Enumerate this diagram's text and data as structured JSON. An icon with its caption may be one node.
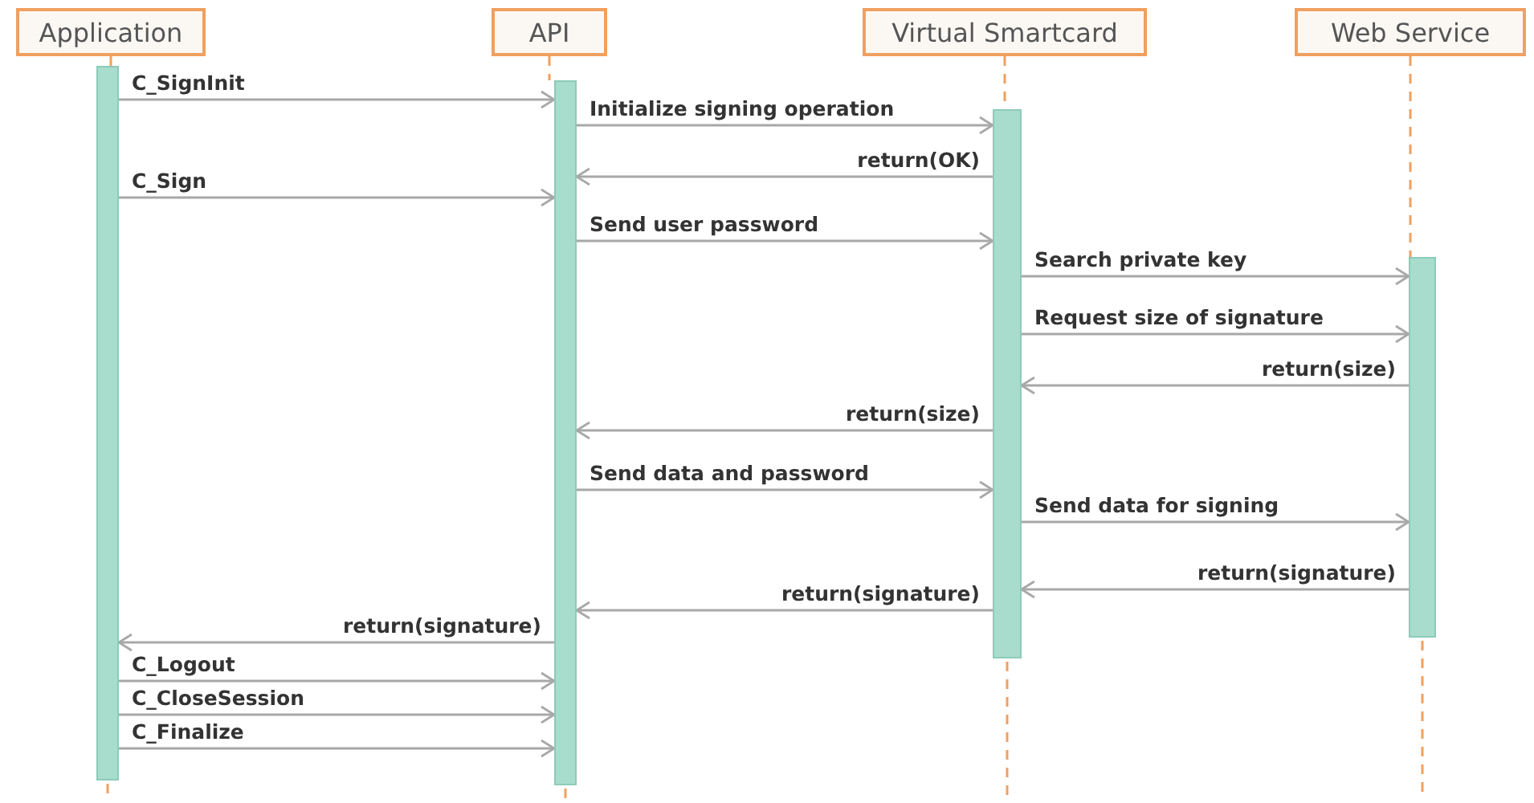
{
  "diagram": {
    "nodes": [
      {
        "text": [
          "Application"
        ]
      },
      {
        "text": [
          "API"
        ]
      },
      {
        "text": [
          "Virtual Smartcard"
        ]
      },
      {
        "text": [
          "Web Service"
        ]
      },
      {
        "text": [],
        "shape": "bar"
      },
      {
        "text": [],
        "shape": "bar"
      },
      {
        "text": [],
        "shape": "bar"
      },
      {
        "text": [],
        "shape": "bar"
      }
    ],
    "edges": [
      {
        "from": 0,
        "to": 4,
        "arrow": "none",
        "style": "dashed",
        "color": "#f0a060"
      },
      {
        "from": 1,
        "to": 5,
        "arrow": "none",
        "style": "dashed",
        "color": "#f0a060"
      },
      {
        "from": 2,
        "to": 6,
        "arrow": "none",
        "style": "dashed",
        "color": "#f0a060"
      },
      {
        "from": 3,
        "to": 7,
        "arrow": "none",
        "style": "dashed",
        "color": "#f0a060"
      },
      {
        "from": 4,
        "to": 5,
        "arrow": "to",
        "label": "C_SignInit"
      },
      {
        "from": 5,
        "to": 6,
        "arrow": "to",
        "label": "Initialize signing operation"
      },
      {
        "from": 6,
        "to": 5,
        "arrow": "to",
        "label": "return(OK)"
      },
      {
        "from": 4,
        "to": 5,
        "arrow": "to",
        "label": "C_Sign"
      },
      {
        "from": 5,
        "to": 6,
        "arrow": "to",
        "label": "Send user password"
      },
      {
        "from": 6,
        "to": 7,
        "arrow": "to",
        "label": "Search private key"
      },
      {
        "from": 6,
        "to": 7,
        "arrow": "to",
        "label": "Request size of signature"
      },
      {
        "from": 7,
        "to": 6,
        "arrow": "to",
        "label": "return(size)"
      },
      {
        "from": 6,
        "to": 5,
        "arrow": "to",
        "label": "return(size)"
      },
      {
        "from": 5,
        "to": 6,
        "arrow": "to",
        "label": "Send data and password"
      },
      {
        "from": 6,
        "to": 7,
        "arrow": "to",
        "label": "Send data for signing"
      },
      {
        "from": 7,
        "to": 6,
        "arrow": "to",
        "label": "return(signature)"
      },
      {
        "from": 6,
        "to": 5,
        "arrow": "to",
        "label": "return(signature)"
      },
      {
        "from": 5,
        "to": 4,
        "arrow": "to",
        "label": "return(signature)"
      },
      {
        "from": 4,
        "to": 5,
        "arrow": "to",
        "label": "C_Logout"
      },
      {
        "from": 4,
        "to": 5,
        "arrow": "to",
        "label": "C_CloseSession"
      },
      {
        "from": 4,
        "to": 5,
        "arrow": "to",
        "label": "C_Finalize"
      }
    ]
  }
}
